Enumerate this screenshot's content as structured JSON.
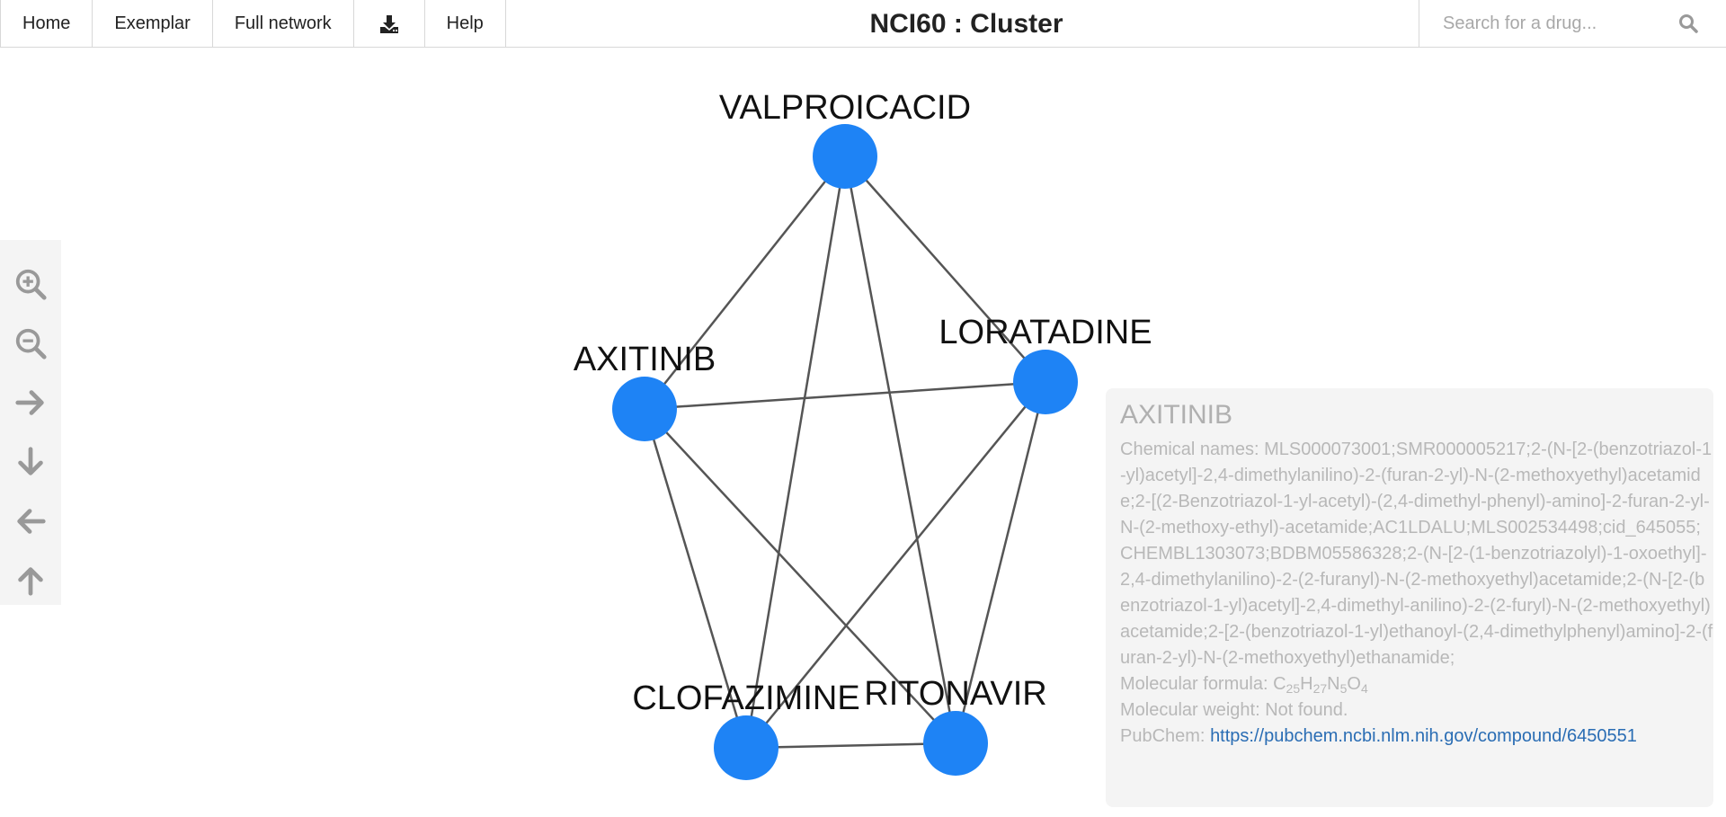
{
  "nav": {
    "items": [
      {
        "label": "Home"
      },
      {
        "label": "Exemplar"
      },
      {
        "label": "Full network"
      },
      {
        "label": "Help"
      }
    ],
    "download_icon": "download-icon",
    "title": "NCI60 : Cluster"
  },
  "search": {
    "placeholder": "Search for a drug...",
    "icon": "search-icon"
  },
  "controls": [
    {
      "icon": "zoom-in-icon"
    },
    {
      "icon": "zoom-out-icon"
    },
    {
      "icon": "arrow-right-icon"
    },
    {
      "icon": "arrow-down-icon"
    },
    {
      "icon": "arrow-left-icon"
    },
    {
      "icon": "arrow-up-icon"
    }
  ],
  "graph": {
    "node_color": "#1e83f5",
    "edge_color": "#555555",
    "nodes": [
      {
        "id": "VALPROICACID",
        "label": "VALPROICACID"
      },
      {
        "id": "AXITINIB",
        "label": "AXITINIB"
      },
      {
        "id": "LORATADINE",
        "label": "LORATADINE"
      },
      {
        "id": "CLOFAZIMINE",
        "label": "CLOFAZIMINE"
      },
      {
        "id": "RITONAVIR",
        "label": "RITONAVIR"
      }
    ],
    "edges": [
      [
        "VALPROICACID",
        "AXITINIB"
      ],
      [
        "VALPROICACID",
        "LORATADINE"
      ],
      [
        "VALPROICACID",
        "CLOFAZIMINE"
      ],
      [
        "VALPROICACID",
        "RITONAVIR"
      ],
      [
        "AXITINIB",
        "LORATADINE"
      ],
      [
        "AXITINIB",
        "CLOFAZIMINE"
      ],
      [
        "AXITINIB",
        "RITONAVIR"
      ],
      [
        "LORATADINE",
        "CLOFAZIMINE"
      ],
      [
        "LORATADINE",
        "RITONAVIR"
      ],
      [
        "CLOFAZIMINE",
        "RITONAVIR"
      ]
    ]
  },
  "info": {
    "title": "AXITINIB",
    "chem_label": "Chemical names:",
    "chem_value": "MLS000073001;SMR000005217;2-(N-[2-(benzotriazol-1-yl)acetyl]-2,4-dimethylanilino)-2-(furan-2-yl)-N-(2-methoxyethyl)acetamide;2-[(2-Benzotriazol-1-yl-acetyl)-(2,4-dimethyl-phenyl)-amino]-2-furan-2-yl-N-(2-methoxy-ethyl)-acetamide;AC1LDALU;MLS002534498;cid_645055;CHEMBL1303073;BDBM05586328;2-(N-[2-(1-benzotriazolyl)-1-oxoethyl]-2,4-dimethylanilino)-2-(2-furanyl)-N-(2-methoxyethyl)acetamide;2-(N-[2-(benzotriazol-1-yl)acetyl]-2,4-dimethyl-anilino)-2-(2-furyl)-N-(2-methoxyethyl)acetamide;2-[2-(benzotriazol-1-yl)ethanoyl-(2,4-dimethylphenyl)amino]-2-(furan-2-yl)-N-(2-methoxyethyl)ethanamide;",
    "formula_label": "Molecular formula:",
    "formula": {
      "C": "C",
      "c_n": "25",
      "H": "H",
      "h_n": "27",
      "N": "N",
      "n_n": "5",
      "O": "O",
      "o_n": "4"
    },
    "weight_label": "Molecular weight:",
    "weight_value": "Not found.",
    "pubchem_label": "PubChem:",
    "pubchem_url": "https://pubchem.ncbi.nlm.nih.gov/compound/6450551"
  }
}
